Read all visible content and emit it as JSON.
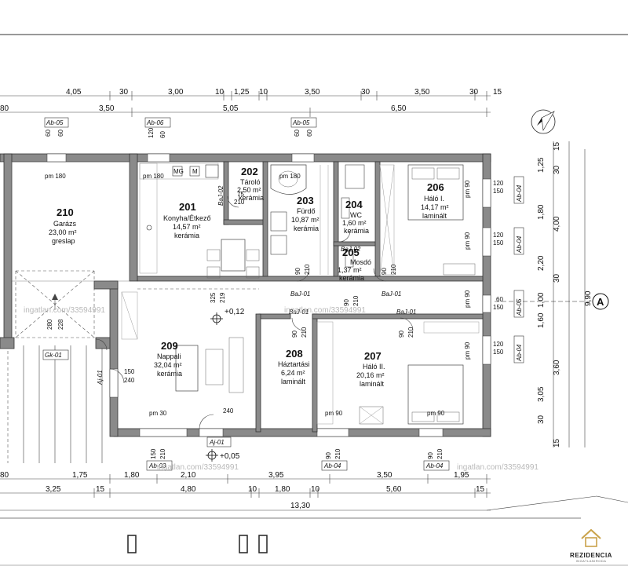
{
  "rooms": [
    {
      "id": "210",
      "name": "Garázs",
      "area": "23,00 m²",
      "floor": "greslap"
    },
    {
      "id": "201",
      "name": "Konyha/Étkező",
      "area": "14,57 m²",
      "floor": "kerámia"
    },
    {
      "id": "202",
      "name": "Tároló",
      "area": "2,50 m²",
      "floor": "kerámia"
    },
    {
      "id": "203",
      "name": "Fürdő",
      "area": "10,87 m²",
      "floor": "kerámia"
    },
    {
      "id": "204",
      "name": "WC",
      "area": "1,60 m²",
      "floor": "kerámia"
    },
    {
      "id": "205",
      "name": "Mosdó",
      "area": "1,37 m²",
      "floor": "kerámia"
    },
    {
      "id": "206",
      "name": "Háló I.",
      "area": "14,17 m²",
      "floor": "laminált"
    },
    {
      "id": "209",
      "name": "Nappali",
      "area": "32,04 m²",
      "floor": "kerámia"
    },
    {
      "id": "208",
      "name": "Háztartási",
      "area": "6,24 m²",
      "floor": "laminált"
    },
    {
      "id": "207",
      "name": "Háló II.",
      "area": "20,16 m²",
      "floor": "laminált"
    }
  ],
  "dims_top1": [
    "4,05",
    "30",
    "3,00",
    "10",
    "1,25",
    "10",
    "3,50",
    "30",
    "3,50",
    "30",
    "15"
  ],
  "dims_top2": [
    "80",
    "3,50",
    "5,05",
    "6,50"
  ],
  "dims_bottom1": [
    "80",
    "1,75",
    "1,80",
    "2,10",
    "3,95",
    "3,50",
    "1,95"
  ],
  "dims_bottom2": [
    "3,25",
    "15",
    "4,80",
    "10",
    "1,80",
    "10",
    "5,60",
    "15"
  ],
  "dim_total": "13,30",
  "dims_right": [
    "15",
    "1,25",
    "30",
    "1,80",
    "4,00",
    "2,20",
    "9,90",
    "30",
    "1,00",
    "1,60",
    "3,60",
    "3,05",
    "30",
    "15"
  ],
  "window_tags": [
    "Ab-05",
    "Ab-06",
    "Ab-05",
    "Ab-04",
    "Ab-04",
    "Ab-05",
    "Ab-04",
    "Ab-03",
    "Ab-04",
    "Ab-04"
  ],
  "door_tags": [
    "BaJ-02",
    "BaJ-01",
    "BaJ-01",
    "BaJ-01",
    "BaJ-01",
    "BaJ-02",
    "Aj-01",
    "Aj-01",
    "Gk-01"
  ],
  "window_sizes": {
    "w60": "60",
    "w120": "120",
    "w150": "150",
    "w210": "210",
    "w90": "90",
    "w280": "280",
    "w228": "228",
    "w325": "325",
    "w219": "219",
    "w240": "240",
    "w75": "75",
    "w210b": "210"
  },
  "sill_labels": [
    "pm 180",
    "pm 180",
    "pm 180",
    "pm 90",
    "pm 90",
    "pm 90",
    "pm 90",
    "pm 30",
    "pm 90",
    "pm 90"
  ],
  "levels": [
    "+0,12",
    "+0,05"
  ],
  "appliance_labels": [
    "MG",
    "M"
  ],
  "section_marker": "A",
  "watermarks": [
    "ingatlan.com/33594991",
    "ingatlan.com/33594991",
    "ingatlan.com/33594991",
    "ingatlan.com/33594991"
  ],
  "logo": {
    "name": "REZIDENCIA",
    "sub": "INGATLANIRODA"
  }
}
